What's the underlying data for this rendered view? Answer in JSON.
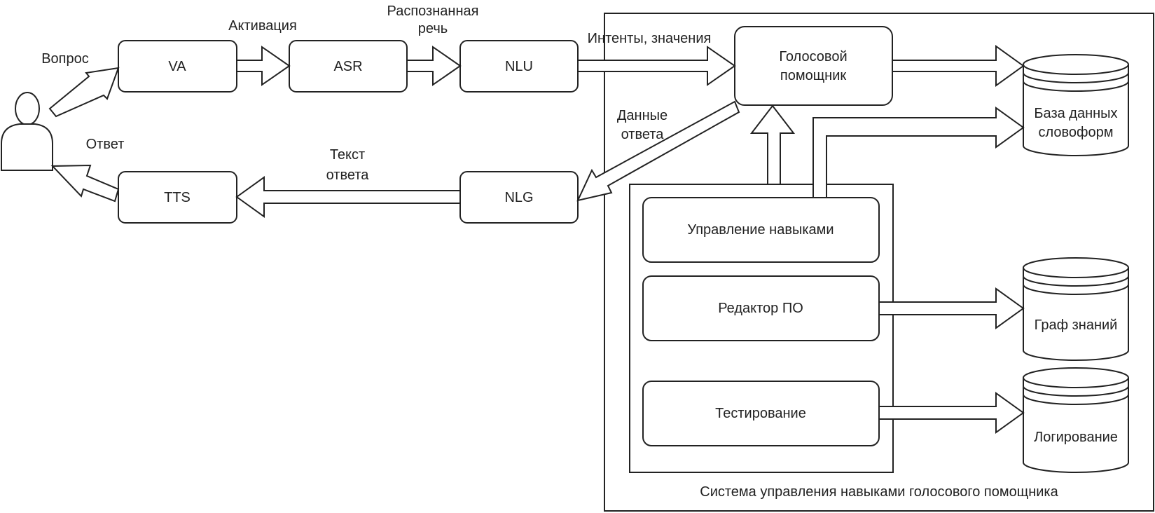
{
  "diagram": {
    "nodes": {
      "va": "VA",
      "asr": "ASR",
      "nlu": "NLU",
      "assistant_line1": "Голосовой",
      "assistant_line2": "помощник",
      "nlg": "NLG",
      "tts": "TTS",
      "skills": "Управление навыками",
      "editor": "Редактор ПО",
      "testing": "Тестирование"
    },
    "databases": {
      "wordforms_line1": "База данных",
      "wordforms_line2": "словоформ",
      "knowledge_graph": "Граф знаний",
      "logging": "Логирование"
    },
    "edges": {
      "question": "Вопрос",
      "activation": "Активация",
      "recognized_line1": "Распознанная",
      "recognized_line2": "речь",
      "intents": "Интенты, значения",
      "response_data_line1": "Данные",
      "response_data_line2": "ответа",
      "response_text_line1": "Текст",
      "response_text_line2": "ответа",
      "answer": "Ответ"
    },
    "system_caption": "Система управления навыками голосового помощника"
  }
}
